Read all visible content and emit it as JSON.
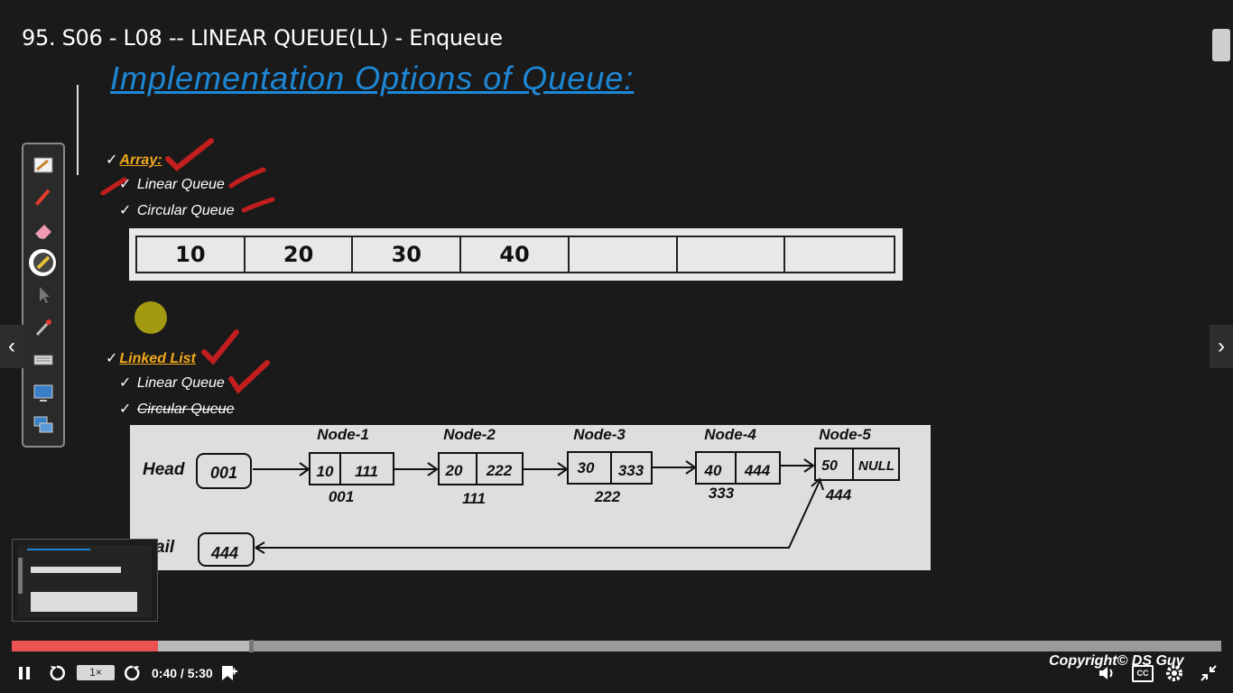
{
  "lecture_title": "95. S06 - L08 -- LINEAR QUEUE(LL) - Enqueue",
  "slide": {
    "heading": "Implementation Options of Queue:",
    "array_section": {
      "title": "Array:",
      "items": [
        "Linear Queue",
        "Circular Queue"
      ],
      "values": [
        "10",
        "20",
        "30",
        "40",
        "",
        "",
        ""
      ]
    },
    "linked_list_section": {
      "title": "Linked List",
      "items": [
        "Linear Queue",
        "Circular Queue"
      ]
    },
    "diagram": {
      "head_label": "Head",
      "head_value": "001",
      "tail_label": "ail",
      "tail_value": "444",
      "nodes": [
        {
          "name": "Node-1",
          "data": "10",
          "next": "111",
          "address": "001"
        },
        {
          "name": "Node-2",
          "data": "20",
          "next": "222",
          "address": "111"
        },
        {
          "name": "Node-3",
          "data": "30",
          "next": "333",
          "address": "222"
        },
        {
          "name": "Node-4",
          "data": "40",
          "next": "444",
          "address": "333"
        },
        {
          "name": "Node-5",
          "data": "50",
          "next": "NULL",
          "address": "444"
        }
      ]
    }
  },
  "player": {
    "speed": "1×",
    "time": "0:40 / 5:30",
    "progress_fraction": 0.121,
    "buffer_fraction": 0.196,
    "copyright": "Copyright© DS Guy",
    "accent_color": "#ec5252"
  },
  "icons": [
    "toolbar-edit-icon",
    "pen-icon",
    "eraser-icon",
    "highlighter-icon",
    "pointer-icon",
    "laser-icon",
    "keyboard-icon",
    "screen-icon",
    "monitor-icon",
    "play-pause-icon",
    "rewind-icon",
    "forward-icon",
    "bookmark-add-icon",
    "volume-icon",
    "captions-icon",
    "settings-icon",
    "fullscreen-exit-icon"
  ]
}
